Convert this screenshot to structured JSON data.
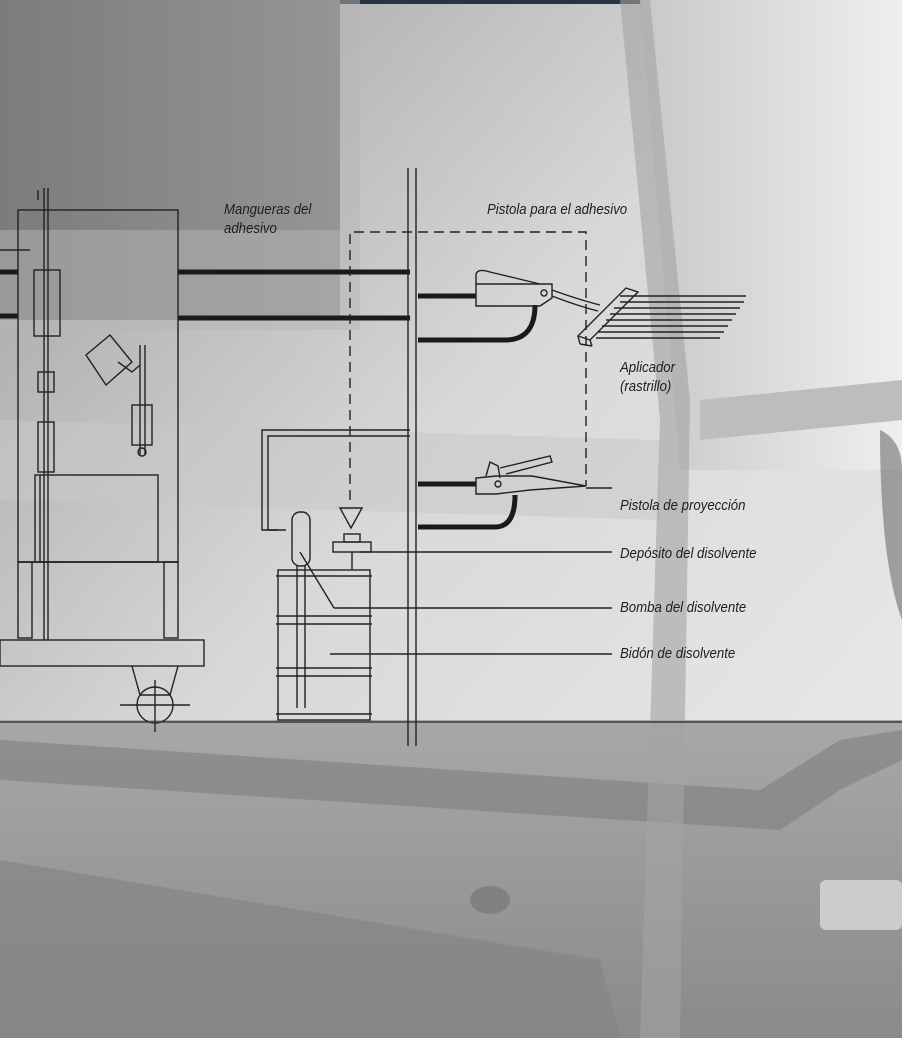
{
  "labels": {
    "hoses": [
      "Mangueras del",
      "adhesivo"
    ],
    "adhesive_gun": "Pistola para el adhesivo",
    "applicator": [
      "Aplicador",
      "(rastrillo)"
    ],
    "spray_gun": "Pistola de proyección",
    "solvent_reservoir": "Depósito del disolvente",
    "solvent_pump": "Bomba del disolvente",
    "solvent_drum": "Bidón de disolvente"
  },
  "colors": {
    "line": "#1a1a1a",
    "background_light": "#d6d6d6",
    "background_dark": "#8c8c8c"
  }
}
